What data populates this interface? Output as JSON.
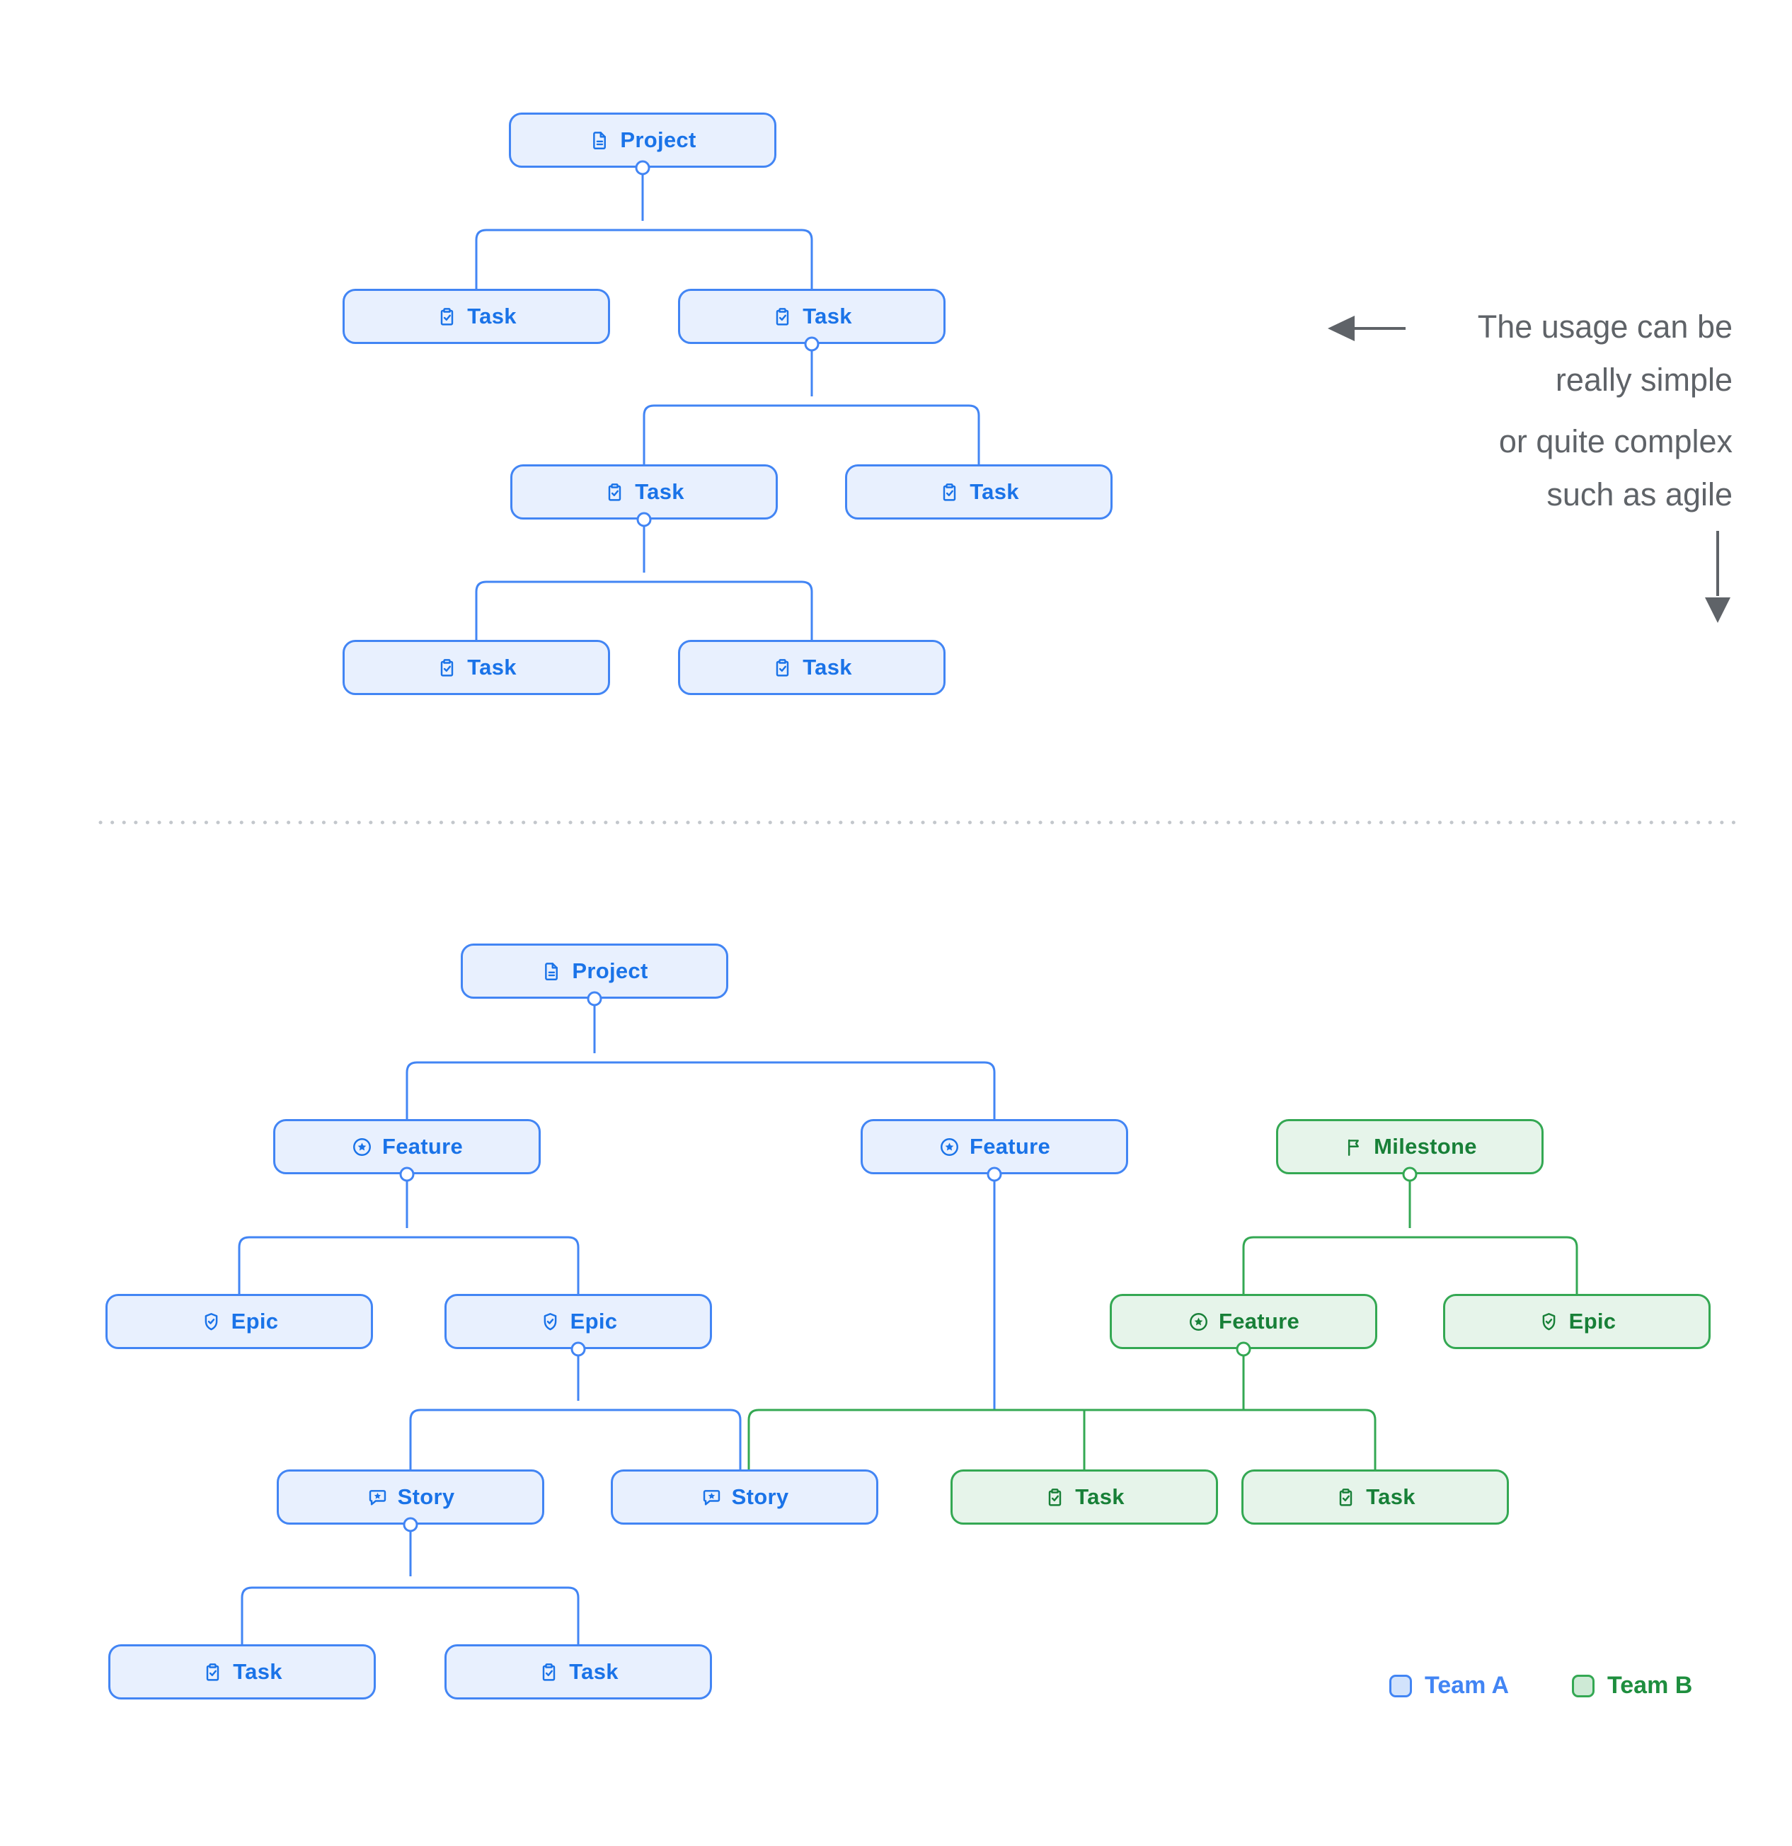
{
  "colors": {
    "team_a_border": "#4285F4",
    "team_a_fill": "#E8F0FE",
    "team_a_text": "#1A73E8",
    "team_b_border": "#34A853",
    "team_b_fill": "#E6F4EA",
    "team_b_text": "#188038",
    "annotation_text": "#5F6368",
    "divider_dots": "#C3C7CC"
  },
  "simple_tree": {
    "nodes": [
      {
        "label": "Project",
        "type": "project",
        "team": "A",
        "children": [
          1,
          2
        ]
      },
      {
        "label": "Task",
        "type": "task",
        "team": "A",
        "children": []
      },
      {
        "label": "Task",
        "type": "task",
        "team": "A",
        "children": [
          3,
          4
        ]
      },
      {
        "label": "Task",
        "type": "task",
        "team": "A",
        "children": [
          5,
          6
        ]
      },
      {
        "label": "Task",
        "type": "task",
        "team": "A",
        "children": []
      },
      {
        "label": "Task",
        "type": "task",
        "team": "A",
        "children": []
      },
      {
        "label": "Task",
        "type": "task",
        "team": "A",
        "children": []
      }
    ]
  },
  "complex_tree": {
    "nodes": [
      {
        "label": "Project",
        "type": "project",
        "team": "A",
        "children": [
          1,
          2
        ]
      },
      {
        "label": "Feature",
        "type": "feature",
        "team": "A",
        "children": [
          4,
          5
        ]
      },
      {
        "label": "Feature",
        "type": "feature",
        "team": "A",
        "children": [
          9,
          10,
          11
        ]
      },
      {
        "label": "Milestone",
        "type": "milestone",
        "team": "B",
        "children": [
          6,
          7
        ]
      },
      {
        "label": "Epic",
        "type": "epic",
        "team": "A",
        "children": []
      },
      {
        "label": "Epic",
        "type": "epic",
        "team": "A",
        "children": [
          8,
          9
        ]
      },
      {
        "label": "Feature",
        "type": "feature",
        "team": "B",
        "children": [
          9,
          10,
          11
        ]
      },
      {
        "label": "Epic",
        "type": "epic",
        "team": "B",
        "children": []
      },
      {
        "label": "Story",
        "type": "story",
        "team": "A",
        "children": [
          12,
          13
        ]
      },
      {
        "label": "Story",
        "type": "story",
        "team": "A",
        "children": []
      },
      {
        "label": "Task",
        "type": "task",
        "team": "B",
        "children": []
      },
      {
        "label": "Task",
        "type": "task",
        "team": "B",
        "children": []
      },
      {
        "label": "Task",
        "type": "task",
        "team": "A",
        "children": []
      },
      {
        "label": "Task",
        "type": "task",
        "team": "A",
        "children": []
      }
    ]
  },
  "annotation": {
    "line1": "The usage can be",
    "line2": "really simple",
    "line3": "or quite complex",
    "line4": "such as agile"
  },
  "legend": {
    "team_a": "Team A",
    "team_b": "Team B"
  }
}
